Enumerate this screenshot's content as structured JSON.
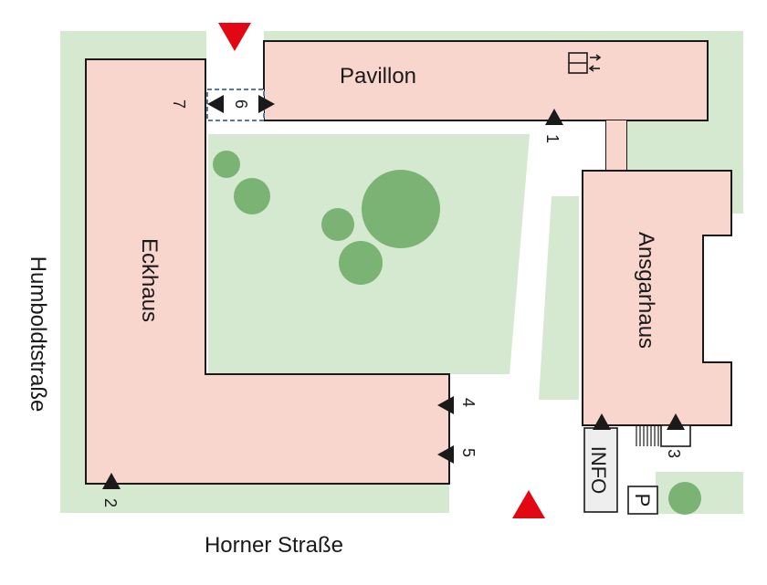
{
  "streets": {
    "west": "Humboldtstraße",
    "south": "Horner Straße"
  },
  "buildings": {
    "pavillon": "Pavillon",
    "eckhaus": "Eckhaus",
    "ansgarhaus": "Ansgarhaus"
  },
  "entrances": {
    "e1": "1",
    "e2": "2",
    "e3": "3",
    "e4": "4",
    "e5": "5",
    "e6": "6",
    "e7": "7"
  },
  "facilities": {
    "info": "INFO",
    "parking": "P"
  },
  "colors": {
    "building": "#f9d6cd",
    "green": "#d5e8d0",
    "tree": "#7bb375",
    "main_entrance": "#e30613",
    "marker": "#1a1a1a"
  }
}
